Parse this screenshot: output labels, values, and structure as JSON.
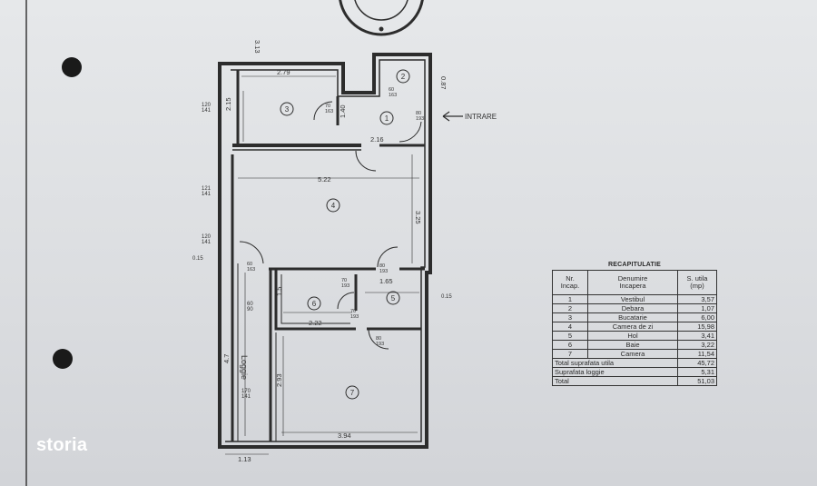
{
  "brand": {
    "watermark": "storia"
  },
  "plan": {
    "entrance_label": "INTRARE",
    "rooms": [
      "1",
      "2",
      "3",
      "4",
      "5",
      "6",
      "7"
    ],
    "loggia_label": "Loggie",
    "dimensions": {
      "top": "3.13",
      "kitchen_width": "2.79",
      "kitchen_height": "2.15",
      "kitchen_left": "120\n141",
      "hall_height": "1.40",
      "vest_width": "2.16",
      "small_right": "0.87",
      "living_width": "5.22",
      "living_height": "3.25",
      "living_left_a": "121\n141",
      "living_left_b": "120\n141",
      "wall_left": "0.15",
      "hol_width": "1.65",
      "hol_right": "0.15",
      "bath_width": "2.22",
      "bath_height": "1.5",
      "loggia_height": "4.7",
      "loggia_left_a": "60\n90",
      "loggia_left_b": "170\n141",
      "bedroom_height": "2.93",
      "bedroom_width": "3.94",
      "bottom_width": "1.13",
      "door_a": "70\n163",
      "door_b": "80\n193",
      "door_c": "60\n163",
      "door_d": "80\n193",
      "door_e": "70\n193",
      "door_f": "60\n163",
      "door_g": "80\n193",
      "door_h": "70\n193"
    }
  },
  "recap": {
    "title": "RECAPITULATIE",
    "headers": [
      "Nr.\nIncap.",
      "Denumire\nIncapera",
      "S. utila\n(mp)"
    ],
    "rows": [
      {
        "n": "1",
        "name": "Vestibul",
        "v": "3,57"
      },
      {
        "n": "2",
        "name": "Debara",
        "v": "1,07"
      },
      {
        "n": "3",
        "name": "Bucatarie",
        "v": "6,00"
      },
      {
        "n": "4",
        "name": "Camera de zi",
        "v": "15,98"
      },
      {
        "n": "5",
        "name": "Hol",
        "v": "3,41"
      },
      {
        "n": "6",
        "name": "Baie",
        "v": "3,22"
      },
      {
        "n": "7",
        "name": "Camera",
        "v": "11,54"
      }
    ],
    "totals": [
      {
        "label": "Total suprafata utila",
        "v": "45,72"
      },
      {
        "label": "Suprafata loggie",
        "v": "5,31"
      },
      {
        "label": "Total",
        "v": "51,03"
      }
    ]
  }
}
